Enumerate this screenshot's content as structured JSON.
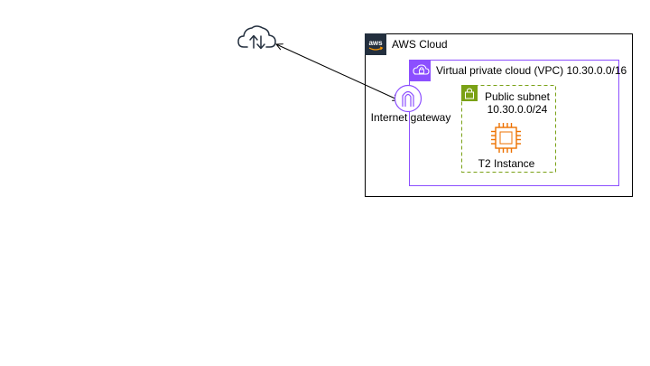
{
  "aws_cloud": {
    "label": "AWS Cloud",
    "logo_text": "aws"
  },
  "vpc": {
    "label": "Virtual private cloud (VPC) 10.30.0.0/16"
  },
  "subnet": {
    "label_line1": "Public subnet",
    "label_line2": "10.30.0.0/24"
  },
  "instance": {
    "label": "T2 Instance"
  },
  "gateway": {
    "label": "Internet gateway"
  },
  "internet": {
    "icon": "cloud-upload-download-icon"
  },
  "colors": {
    "aws_border": "#000000",
    "aws_badge": "#232f3e",
    "vpc": "#8c4fff",
    "subnet": "#7aa116",
    "instance": "#ed7100",
    "icon_dark": "#232f3e"
  }
}
